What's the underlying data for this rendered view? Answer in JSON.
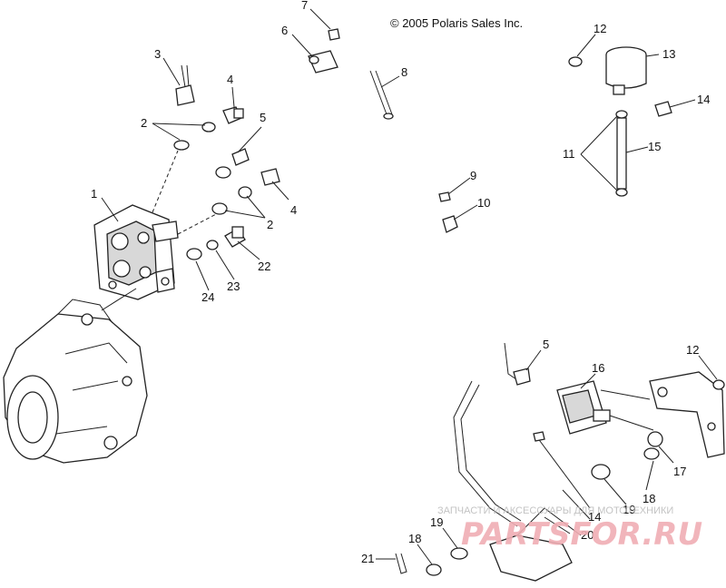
{
  "copyright": "© 2005 Polaris Sales Inc.",
  "watermark": {
    "tagline": "ЗАПЧАСТИ И АКСЕССУАРЫ ДЛЯ МОТОТЕХНИКИ",
    "brand": "PARTSFOR.RU"
  },
  "callouts": {
    "c1": "1",
    "c2a": "2",
    "c2b": "2",
    "c3": "3",
    "c4a": "4",
    "c4b": "4",
    "c5a": "5",
    "c5b": "5",
    "c6": "6",
    "c7": "7",
    "c8": "8",
    "c9": "9",
    "c10": "10",
    "c11": "11",
    "c12a": "12",
    "c12b": "12",
    "c13": "13",
    "c14a": "14",
    "c14b": "14",
    "c15": "15",
    "c16": "16",
    "c17": "17",
    "c18a": "18",
    "c18b": "18",
    "c19a": "19",
    "c19b": "19",
    "c20": "20",
    "c21": "21",
    "c22": "22",
    "c23": "23",
    "c24": "24"
  }
}
